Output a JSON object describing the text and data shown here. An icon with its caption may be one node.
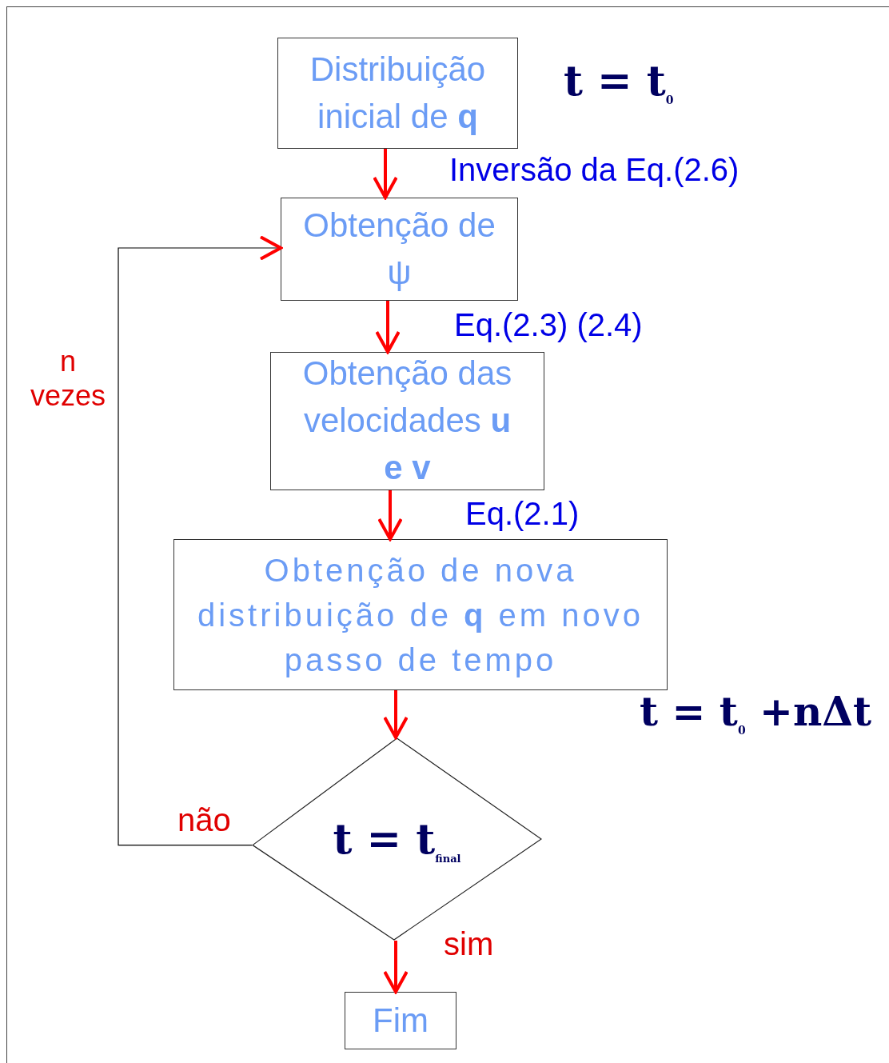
{
  "diagram": {
    "nodes": [
      {
        "text": [
          "Distribuição inicial de **q**"
        ]
      },
      {
        "text": [
          "Obtenção de ψ"
        ]
      },
      {
        "text": [
          "Obtenção das velocidades **u e v**"
        ]
      },
      {
        "text": [
          "Obtenção de nova distribuição de **q** em novo passo de tempo"
        ]
      },
      {
        "text": [
          "t = t$_{final}$"
        ]
      },
      {
        "text": [
          "Fim"
        ]
      }
    ],
    "edges": [
      {
        "from": 0,
        "to": 1,
        "arrow": "to",
        "label": "Inversão da Eq.(2.6)"
      },
      {
        "from": 1,
        "to": 2,
        "arrow": "to",
        "label": "Eq.(2.3) (2.4)"
      },
      {
        "from": 2,
        "to": 3,
        "arrow": "to",
        "label": "Eq.(2.1)"
      },
      {
        "from": 3,
        "to": 4,
        "arrow": "to"
      },
      {
        "from": 4,
        "to": 5,
        "arrow": "to",
        "label": "sim"
      },
      {
        "from": 4,
        "to": 1,
        "arrow": "to",
        "label": "não",
        "color": "#000000"
      }
    ],
    "labels": [
      "t = t$_{0}$",
      "n vezes",
      "t = t$_{0}$ +nΔt"
    ]
  }
}
